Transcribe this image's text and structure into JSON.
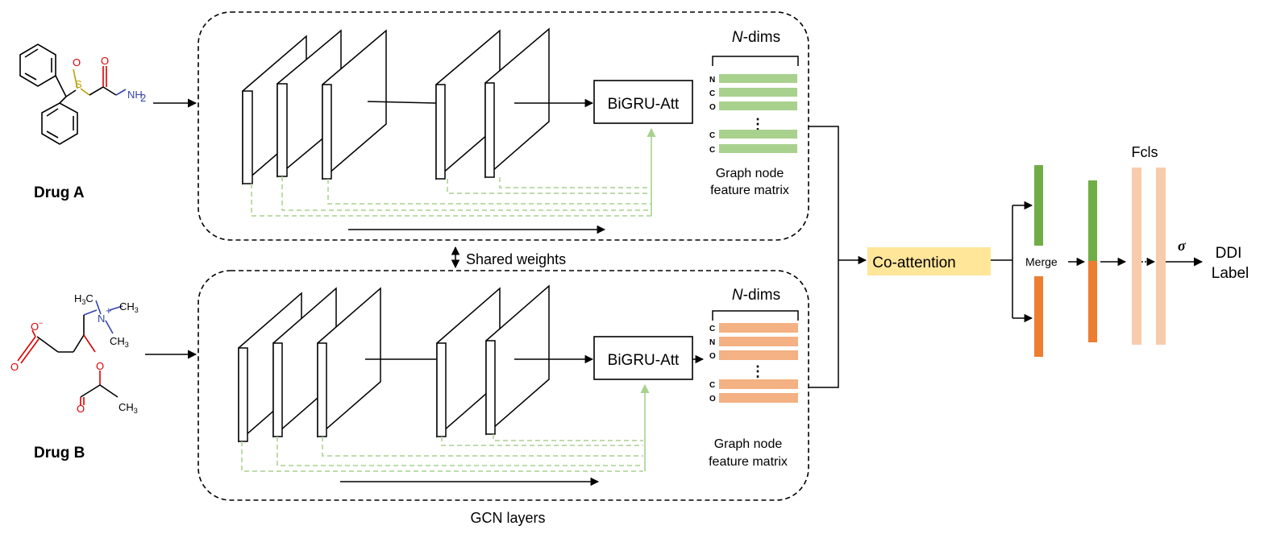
{
  "drug_a": {
    "label": "Drug A",
    "atoms": {
      "O": "O",
      "S": "S",
      "O2": "O",
      "NH": "NH",
      "sub2": "2"
    }
  },
  "drug_b": {
    "label": "Drug B",
    "atoms": {
      "H3C": "H",
      "C1": "C",
      "sub3a": "3",
      "CH3a": "CH",
      "sub3b": "3",
      "N": "N",
      "plus": "+",
      "CH3b": "CH",
      "sub3c": "3",
      "Ominus": "O",
      "minus": "−",
      "O1": "O",
      "O2": "O",
      "O3": "O",
      "CH3c": "CH",
      "sub3d": "3"
    }
  },
  "shared_weights": "Shared weights",
  "gcn_layers_label": "GCN layers",
  "top_branch": {
    "bigru_label": "BiGRU-Att",
    "n_dims_italic": "N",
    "n_dims_rest": "-dims",
    "rows": [
      "N",
      "C",
      "O",
      "C",
      "C"
    ],
    "ellipsis": "⋮",
    "matrix_label_1": "Graph node",
    "matrix_label_2": "feature matrix",
    "bar_color": "#a9d18e"
  },
  "bottom_branch": {
    "bigru_label": "BiGRU-Att",
    "n_dims_italic": "N",
    "n_dims_rest": "-dims",
    "rows": [
      "C",
      "N",
      "O",
      "C",
      "O"
    ],
    "ellipsis": "⋮",
    "matrix_label_1": "Graph node",
    "matrix_label_2": "feature matrix",
    "bar_color": "#f4b183"
  },
  "co_attention": {
    "label": "Co-attention",
    "color": "#ffe699"
  },
  "merge_label": "Merge",
  "fcls_label": "Fcls",
  "sigma": "σ",
  "output_line1": "DDI",
  "output_line2": "Label",
  "colors": {
    "green_bar": "#70ad47",
    "orange_bar": "#ed7d31",
    "fc_bar": "#f8cbad",
    "dashed_green": "#a9d18e"
  }
}
